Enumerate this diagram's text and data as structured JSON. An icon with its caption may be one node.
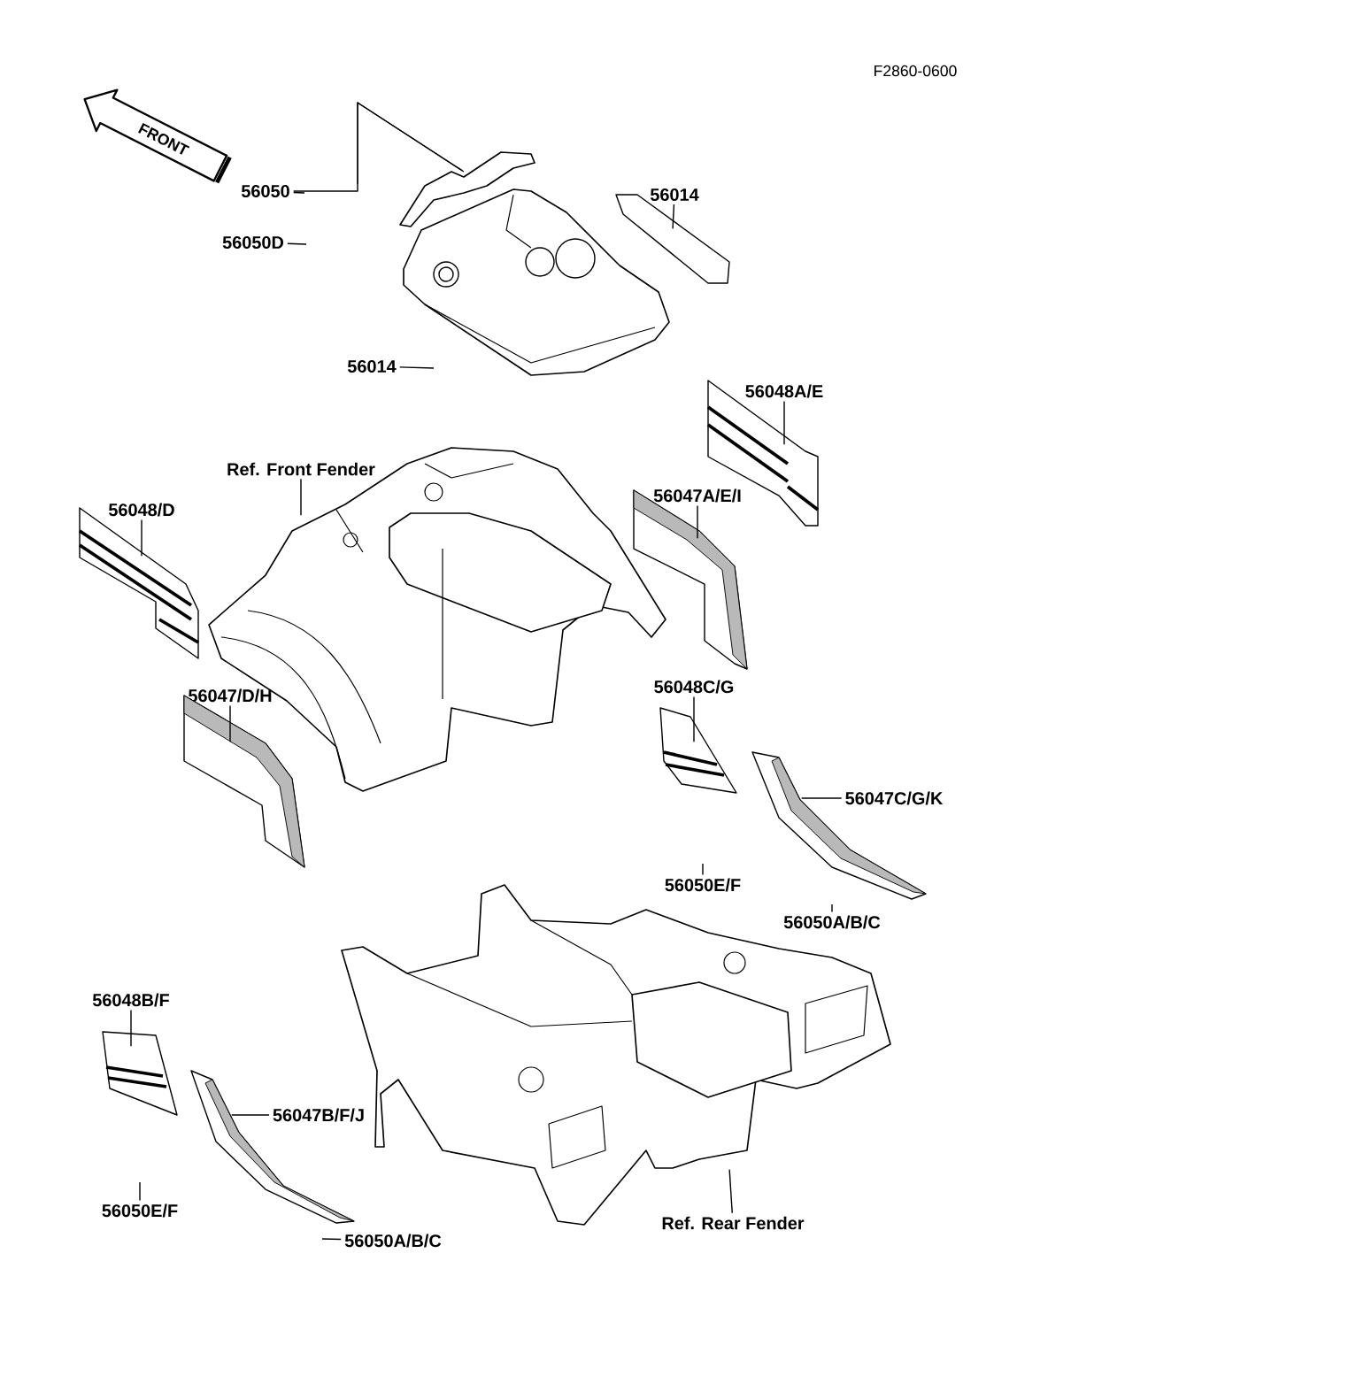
{
  "diagram": {
    "nodes": [
      {
        "text": [
          "56050"
        ]
      },
      {
        "text": [
          "56050D"
        ]
      },
      {
        "text": [
          "56014"
        ]
      },
      {
        "text": [],
        "shape": "picture"
      },
      {
        "text": [],
        "shape": "picture"
      },
      {
        "text": [
          "56014"
        ]
      },
      {
        "text": [
          "56048A/E"
        ]
      },
      {
        "text": [],
        "shape": "picture"
      },
      {
        "text": [
          "Ref. Front Fender"
        ]
      },
      {
        "text": [],
        "shape": "picture"
      },
      {
        "text": [
          "56048/D"
        ]
      },
      {
        "text": [],
        "shape": "picture"
      },
      {
        "text": [
          "56047A/E/I"
        ]
      },
      {
        "text": [],
        "shape": "picture"
      },
      {
        "text": [
          "56047/D/H"
        ]
      },
      {
        "text": [],
        "shape": "picture"
      },
      {
        "text": [
          "56048C/G"
        ]
      },
      {
        "text": [],
        "shape": "picture"
      },
      {
        "text": [
          "56047C/G/K"
        ]
      },
      {
        "text": [],
        "shape": "picture"
      },
      {
        "text": [
          "56050E/F"
        ]
      },
      {
        "text": [
          "56050A/B/C"
        ]
      },
      {
        "text": [
          "56048B/F"
        ]
      },
      {
        "text": [],
        "shape": "picture"
      },
      {
        "text": [
          "56047B/F/J"
        ]
      },
      {
        "text": [],
        "shape": "picture"
      },
      {
        "text": [
          "56050E/F"
        ]
      },
      {
        "text": [
          "56050A/B/C"
        ]
      },
      {
        "text": [
          "Ref. Rear Fender"
        ]
      },
      {
        "text": [],
        "shape": "picture"
      }
    ],
    "edges": [
      {
        "from": 0,
        "to": null,
        "arrow": "none"
      },
      {
        "from": 0,
        "to": 4,
        "arrow": "none"
      },
      {
        "from": 1,
        "to": null,
        "arrow": "none"
      },
      {
        "from": 2,
        "to": 3,
        "arrow": "none"
      },
      {
        "from": 5,
        "to": null,
        "arrow": "none"
      },
      {
        "from": 6,
        "to": 7,
        "arrow": "none"
      },
      {
        "from": 8,
        "to": 9,
        "arrow": "none"
      },
      {
        "from": 10,
        "to": 11,
        "arrow": "none"
      },
      {
        "from": 12,
        "to": 13,
        "arrow": "none"
      },
      {
        "from": 14,
        "to": 15,
        "arrow": "none"
      },
      {
        "from": 16,
        "to": 17,
        "arrow": "none"
      },
      {
        "from": 18,
        "to": 19,
        "arrow": "none"
      },
      {
        "from": 20,
        "to": null,
        "arrow": "none"
      },
      {
        "from": 21,
        "to": null,
        "arrow": "none"
      },
      {
        "from": 22,
        "to": 23,
        "arrow": "none"
      },
      {
        "from": 24,
        "to": 25,
        "arrow": "none"
      },
      {
        "from": 26,
        "to": null,
        "arrow": "none"
      },
      {
        "from": 27,
        "to": null,
        "arrow": "none"
      },
      {
        "from": 28,
        "to": 29,
        "arrow": "none"
      }
    ],
    "labels": [
      "F2860-0600",
      "FRONT"
    ]
  }
}
